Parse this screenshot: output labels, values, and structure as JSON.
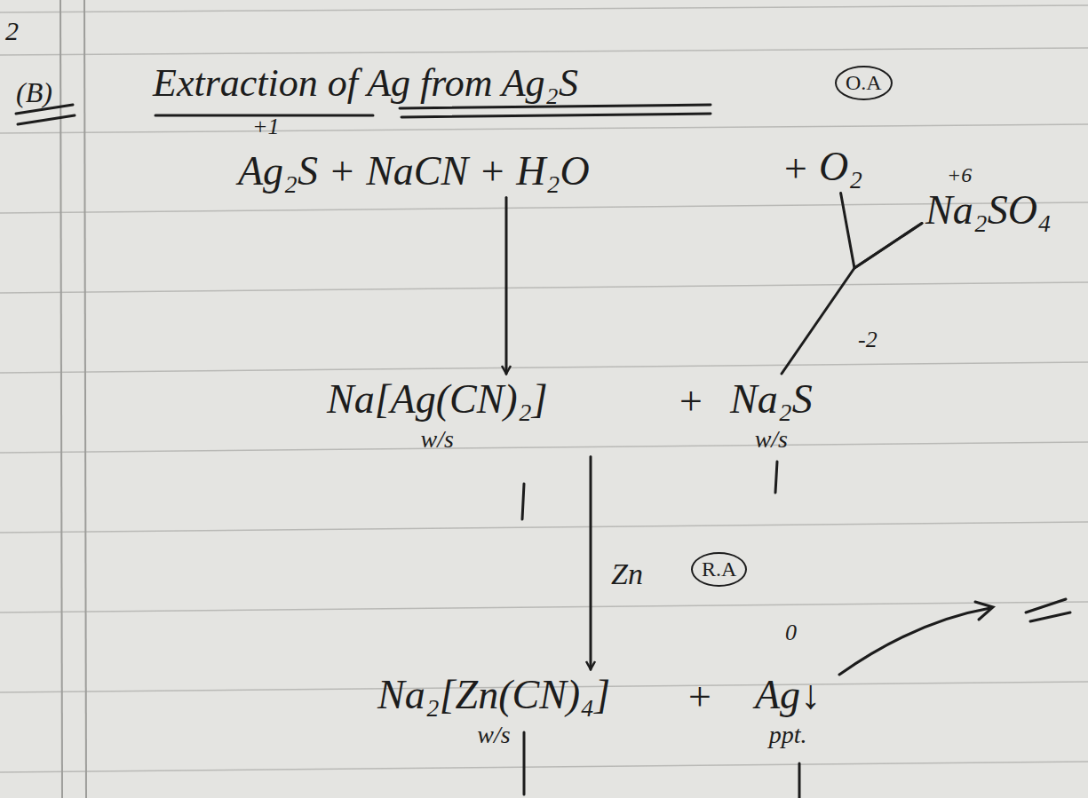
{
  "diagram": {
    "title": "Extraction of Ag from Ag₂S",
    "nodes": [
      {
        "text": [
          "O.A"
        ]
      },
      {
        "text": [
          "Ag₂S + NaCN + H₂O"
        ]
      },
      {
        "text": [
          "O₂"
        ]
      },
      {
        "text": [
          "Na₂SO₄"
        ]
      },
      {
        "text": [
          "Na[Ag(CN)₂]",
          "w/s"
        ]
      },
      {
        "text": [
          "Na₂S",
          "w/s"
        ]
      },
      {
        "text": [
          "R.A"
        ]
      },
      {
        "text": [
          "Na₂[Zn(CN)₄]",
          "w/s"
        ]
      },
      {
        "text": [
          "Ag↓",
          "ppt."
        ]
      }
    ],
    "edges": [
      {
        "from": 1,
        "to": 4,
        "arrow": "to"
      },
      {
        "from": 2,
        "to": 3,
        "arrow": "none"
      },
      {
        "from": 5,
        "to": 3,
        "arrow": "none"
      },
      {
        "from": 4,
        "to": 7,
        "label": "Zn",
        "arrow": "to"
      }
    ],
    "labels": [
      "2",
      "(B)",
      "+1",
      "+",
      "+6",
      "-2",
      "+",
      "+",
      "0"
    ]
  }
}
